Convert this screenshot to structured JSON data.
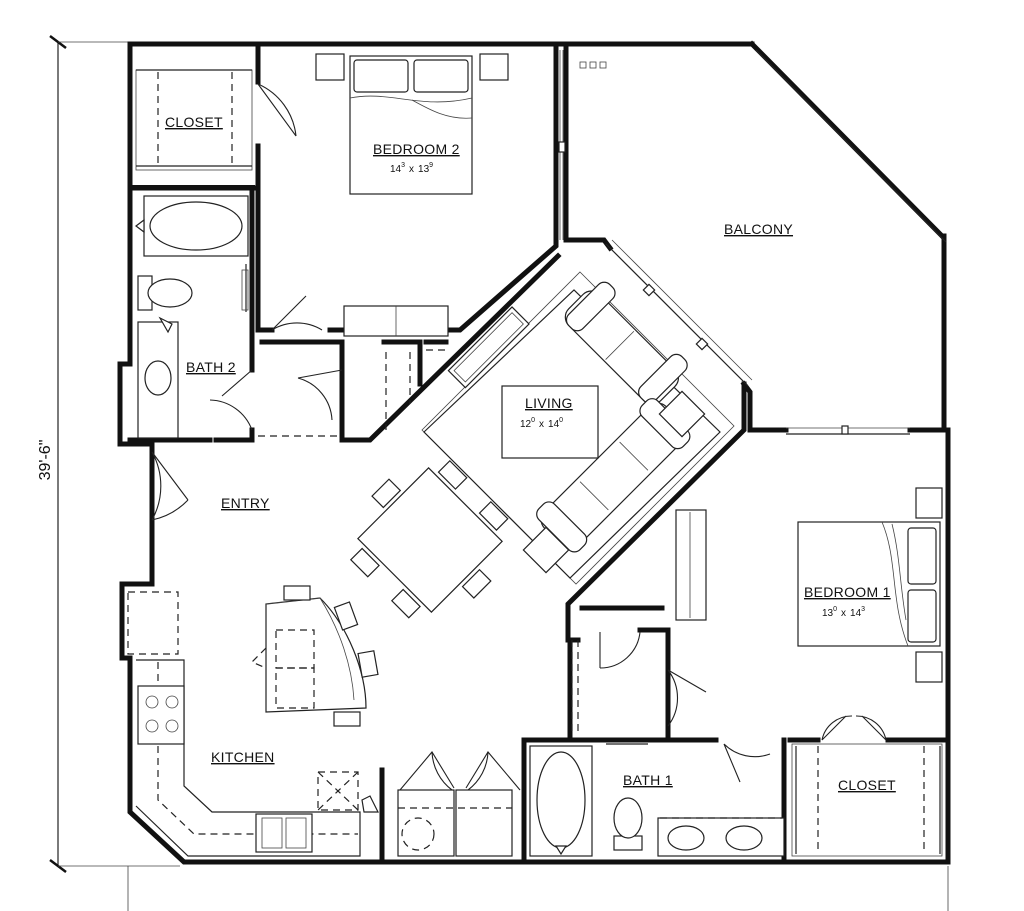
{
  "overall_dimension": "39'-6\"",
  "rooms": {
    "closet_top": "CLOSET",
    "bedroom2": {
      "name": "BEDROOM 2",
      "w": "14",
      "w_in": "3",
      "h": "13",
      "h_in": "9"
    },
    "balcony": "BALCONY",
    "living": {
      "name": "LIVING",
      "w": "12",
      "w_in": "0",
      "h": "14",
      "h_in": "0"
    },
    "bath2": "BATH 2",
    "entry": "ENTRY",
    "bedroom1": {
      "name": "BEDROOM 1",
      "w": "13",
      "w_in": "0",
      "h": "14",
      "h_in": "3"
    },
    "kitchen": "KITCHEN",
    "bath1": "BATH 1",
    "closet_bottom": "CLOSET"
  },
  "dim_separator": "x"
}
